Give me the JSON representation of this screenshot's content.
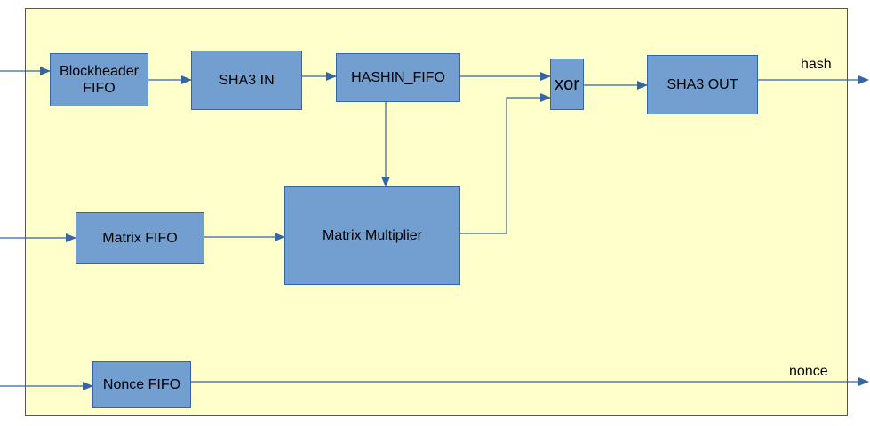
{
  "colors": {
    "background": "#ffffcc",
    "block_fill": "#729fcf",
    "block_border": "#3465a4",
    "arrow": "#3465a4"
  },
  "blocks": {
    "blockheader_fifo": "Blockheader\nFIFO",
    "sha3_in": "SHA3 IN",
    "hashin_fifo": "HASHIN_FIFO",
    "xor": "xor",
    "sha3_out": "SHA3 OUT",
    "matrix_fifo": "Matrix FIFO",
    "matrix_multiplier": "Matrix Multiplier",
    "nonce_fifo": "Nonce FIFO"
  },
  "outputs": {
    "hash": "hash",
    "nonce": "nonce"
  }
}
